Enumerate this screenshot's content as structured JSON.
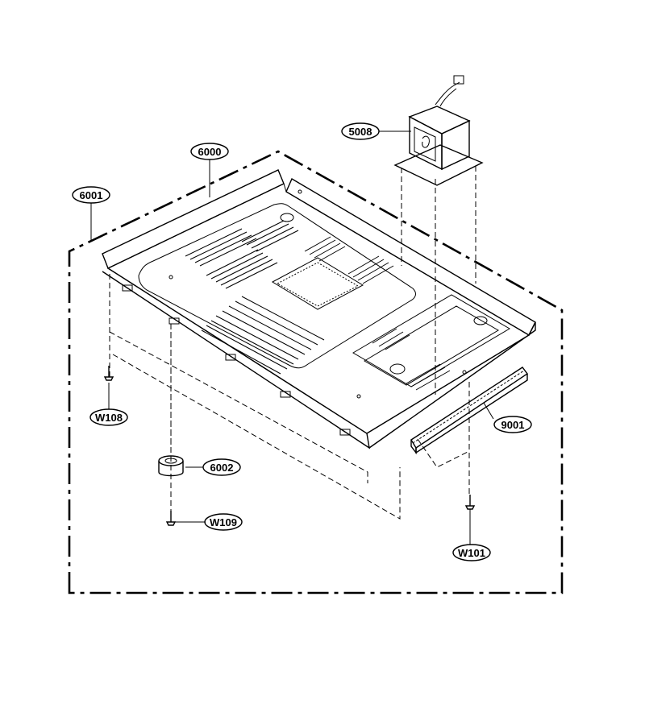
{
  "callouts": {
    "c6001": "6001",
    "c6000": "6000",
    "c5008": "5008",
    "c9001": "9001",
    "c6002": "6002",
    "cW108": "W108",
    "cW109": "W109",
    "cW101": "W101"
  }
}
